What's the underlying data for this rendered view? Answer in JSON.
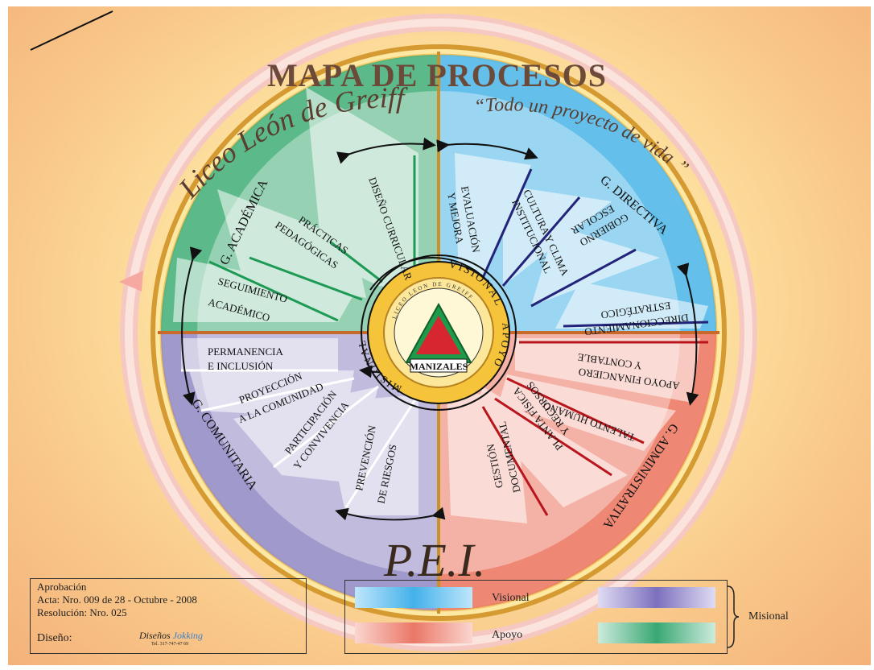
{
  "title": "MAPA DE PROCESOS",
  "school_name": "Liceo León de Greiff",
  "motto_open": "“",
  "motto": "Todo un proyecto de vida",
  "motto_close": "”",
  "footer_title": "P.E.I.",
  "center": {
    "ring_visional": "VISIONAL",
    "ring_misional": "MISIONAL",
    "ring_apoyo": "APOYO",
    "logo_ring_text": "LICEO LEON DE GREIFF",
    "logo_city": "MANIZALES"
  },
  "quadrants": {
    "academica": {
      "title": "G. ACADÉMICA",
      "processes": [
        {
          "lines": [
            "DISEÑO CURRICULAR"
          ]
        },
        {
          "lines": [
            "PRÁCTICAS",
            "PEDAGÓGICAS"
          ]
        },
        {
          "lines": [
            "SEGUIMIENTO",
            "ACADÉMICO"
          ]
        }
      ]
    },
    "directiva": {
      "title": "G. DIRECTIVA",
      "processes": [
        {
          "lines": [
            "EVALUACIÓN",
            "Y MEJORA"
          ]
        },
        {
          "lines": [
            "CULTURA Y CLIMA",
            "INSTITUCIONAL"
          ]
        },
        {
          "lines": [
            "GOBIERNO",
            "ESCOLAR"
          ]
        },
        {
          "lines": [
            "DIRECCIONAMIENTO",
            "ESTRATÉGICO"
          ]
        }
      ]
    },
    "administrativa": {
      "title": "G. ADMINISTRATIVA",
      "processes": [
        {
          "lines": [
            "APOYO FINANCIERO",
            "Y CONTABLE"
          ]
        },
        {
          "lines": [
            "TALENTO HUMANO"
          ]
        },
        {
          "lines": [
            "PLANTA FÍSICA",
            "Y RECURSOS"
          ]
        },
        {
          "lines": [
            "GESTIÓN",
            "DOCUMENTAL"
          ]
        }
      ]
    },
    "comunitaria": {
      "title": "G. COMUNITARIA",
      "processes": [
        {
          "lines": [
            "PERMANENCIA",
            "E INCLUSIÓN"
          ]
        },
        {
          "lines": [
            "PROYECCIÓN",
            "A LA COMUNIDAD"
          ]
        },
        {
          "lines": [
            "PARTICIPACIÓN",
            "Y CONVIVENCIA"
          ]
        },
        {
          "lines": [
            "PREVENCIÓN",
            "DE RIESGOS"
          ]
        }
      ]
    }
  },
  "approval": {
    "heading": "Aprobación",
    "acta": "Acta: Nro. 009 de 28 - Octubre - 2008",
    "resolucion": "Resolución: Nro. 025",
    "design_label": "Diseño:",
    "design_brand_1": "Diseños",
    "design_brand_2": "Jokking",
    "design_tel": "Tel. 317-747-47 69"
  },
  "legend": {
    "visional": "Visional",
    "apoyo": "Apoyo",
    "misional": "Misional",
    "colors": {
      "visional": "#4fb8ec",
      "apoyo": "#ec7b6b",
      "misional_comunitaria": "#8a7ec6",
      "misional_academica": "#3fae7a"
    }
  }
}
